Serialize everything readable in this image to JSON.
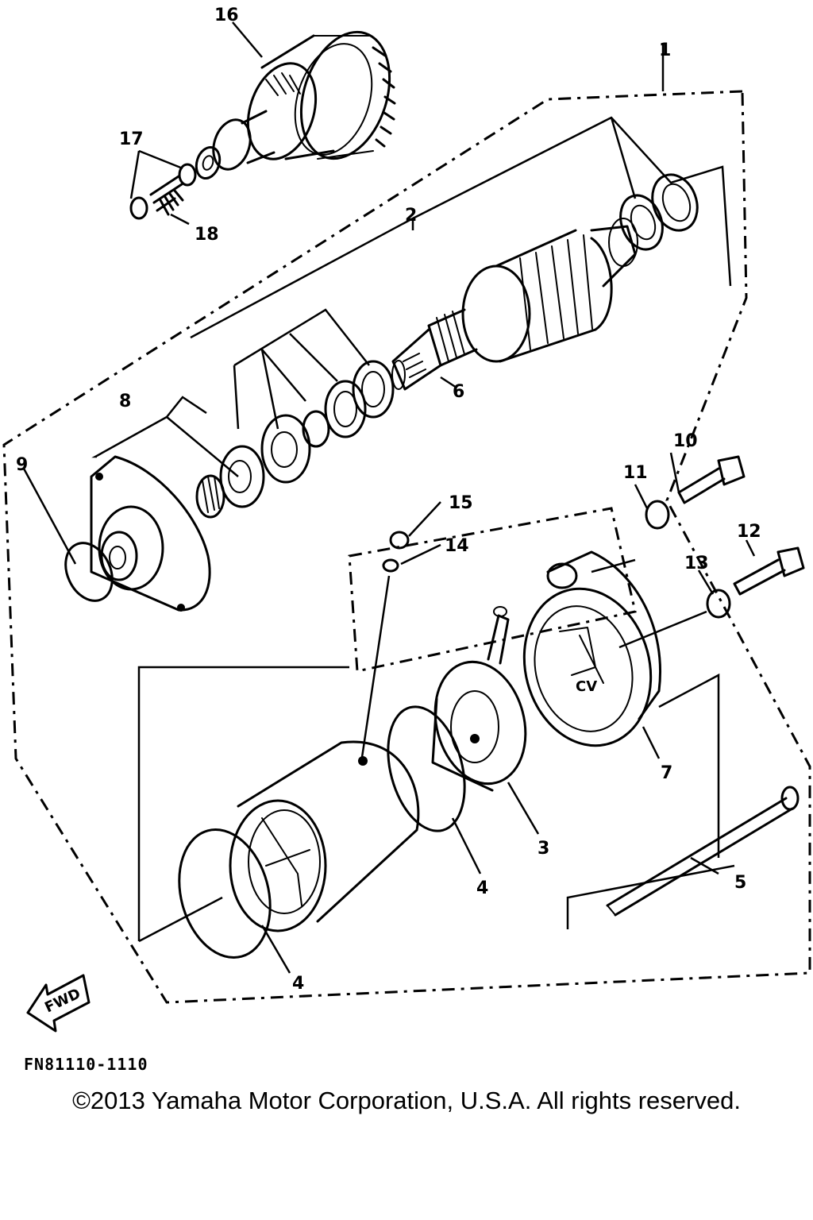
{
  "diagram": {
    "callouts": {
      "c1": "1",
      "c2": "2",
      "c3": "3",
      "c4a": "4",
      "c4b": "4",
      "c5": "5",
      "c6": "6",
      "c7": "7",
      "c8": "8",
      "c9": "9",
      "c10": "10",
      "c11": "11",
      "c12": "12",
      "c13": "13",
      "c14": "14",
      "c15": "15",
      "c16": "16",
      "c17": "17",
      "c18": "18"
    },
    "fwd_label": "FWD"
  },
  "figure_code": "FN81110-1110",
  "copyright": "©2013 Yamaha Motor Corporation, U.S.A. All rights reserved."
}
